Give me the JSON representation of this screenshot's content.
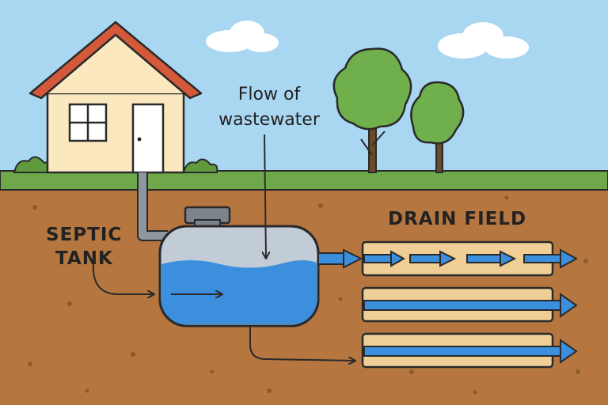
{
  "labels": {
    "flow_line1": "Flow of",
    "flow_line2": "wastewater",
    "septic_line1": "SEPTIC",
    "septic_line2": "TANK",
    "drain_field": "DRAIN FIELD"
  },
  "colors": {
    "sky": "#a9d7f2",
    "grass": "#6fa84a",
    "soil": "#b5773f",
    "house_wall": "#fbe8bf",
    "roof": "#d4583a",
    "tank_body": "#c2ccd6",
    "water": "#3b8fdd",
    "drain_pipe": "#f0cf96",
    "arrow_blue": "#2f7fd6",
    "outline": "#2a2a2a"
  },
  "icons": [
    "house-icon",
    "tree-icon",
    "cloud-icon",
    "bush-icon"
  ]
}
